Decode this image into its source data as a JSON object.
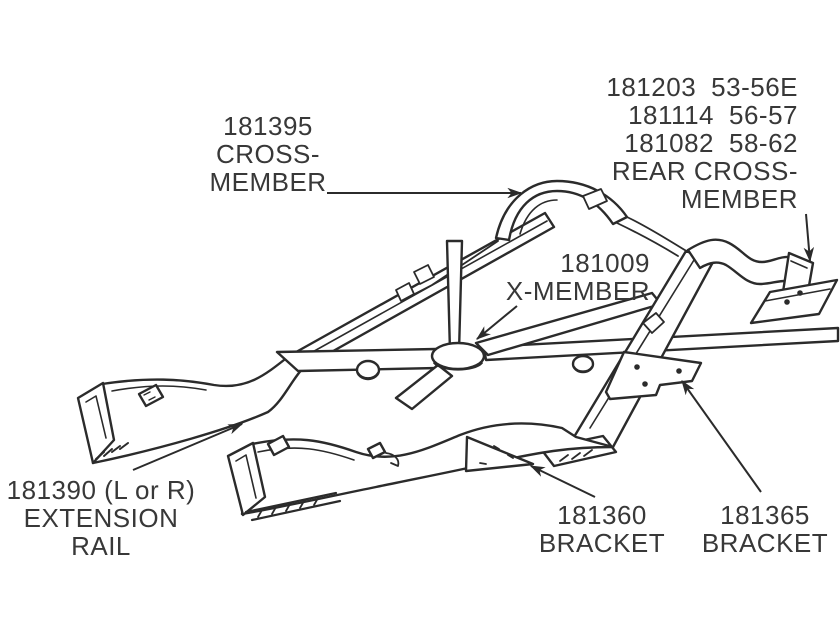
{
  "figure": {
    "type": "parts-diagram",
    "subject": "vehicle frame exploded parts illustration",
    "colors": {
      "background": "#ffffff",
      "line": "#2b2b2b",
      "text": "#383838"
    }
  },
  "labels": {
    "crossmember": {
      "part": "181395",
      "line1": "CROSS-",
      "line2": "MEMBER"
    },
    "rear_crossmember": {
      "rows": [
        {
          "part": "181203",
          "years": "53-56E"
        },
        {
          "part": "181114",
          "years": "56-57"
        },
        {
          "part": "181082",
          "years": "58-62"
        }
      ],
      "name_line1": "REAR CROSS-",
      "name_line2": "MEMBER"
    },
    "x_member": {
      "part": "181009",
      "name": "X-MEMBER"
    },
    "extension_rail": {
      "part": "181390 (L or R)",
      "name_line1": "EXTENSION",
      "name_line2": "RAIL"
    },
    "bracket_360": {
      "part": "181360",
      "name": "BRACKET"
    },
    "bracket_365": {
      "part": "181365",
      "name": "BRACKET"
    }
  }
}
